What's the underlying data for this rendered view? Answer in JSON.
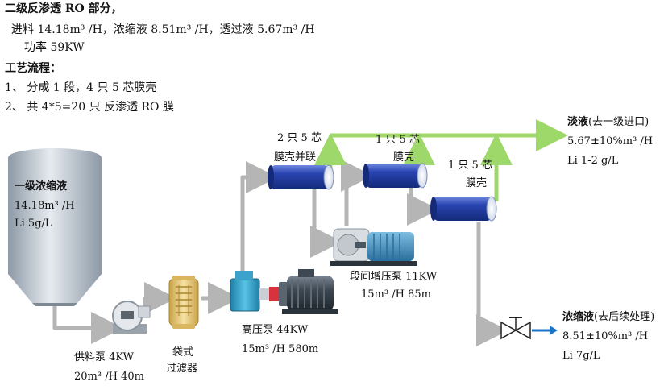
{
  "header": {
    "title": "二级反渗透 RO 部分，",
    "flows_line": "进料 14.18m³ /H，浓缩液 8.51m³ /H，透过液 5.67m³ /H",
    "power_line": "功率  59KW",
    "process_title": "工艺流程：",
    "step1": "1、 分成 1 段，4 只 5 芯膜壳",
    "step2": "2、 共 4*5=20 只 反渗透 RO 膜"
  },
  "tank": {
    "title": "一级浓缩液",
    "flow": "14.18m³ /H",
    "li": "Li     5g/L"
  },
  "feed_pump": {
    "label": "供料泵  4KW",
    "spec": "20m³ /H    40m"
  },
  "bag_filter": {
    "label_line1": "袋式",
    "label_line2": "过滤器"
  },
  "hp_pump": {
    "label": "高压泵 44KW",
    "spec": "15m³ /H    580m"
  },
  "booster_pump": {
    "label": "段间增压泵  11KW",
    "spec": "15m³ /H    85m"
  },
  "membranes": {
    "m1_line1": "2 只 5 芯",
    "m1_line2": "膜壳并联",
    "m2_line1": "1 只 5 芯",
    "m2_line2": "膜壳",
    "m3_line1": "1 只 5 芯",
    "m3_line2": "膜壳"
  },
  "permeate": {
    "title_bold": "淡液",
    "title_rest": "(去一级进口)",
    "flow": "5.67±10%m³ /H",
    "li": "Li     1-2 g/L"
  },
  "concentrate": {
    "title_bold": "浓缩液",
    "title_rest": "(去后续处理)",
    "flow": "8.51±10%m³ /H",
    "li": "Li       7g/L"
  },
  "colors": {
    "pipe_gray": "#b5b5b5",
    "permeate_green": "#9ed86a",
    "membrane_blue": "#2440a8",
    "tank_gray": "#a9b3bd",
    "concentrate_arrow": "#1d73c4"
  }
}
